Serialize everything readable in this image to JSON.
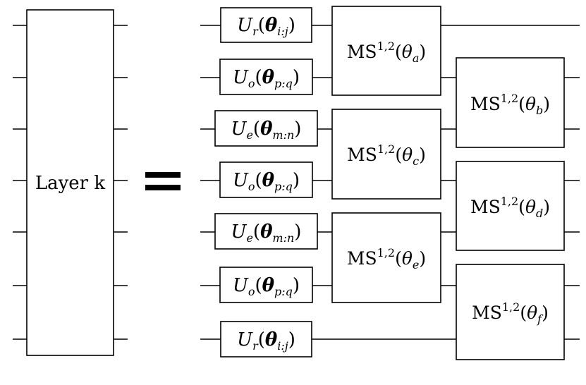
{
  "layer_label": "Layer k",
  "equals_symbol": "=",
  "single_gates": [
    {
      "op": "U",
      "sub": "r",
      "arg": "θ",
      "idx": "i:j"
    },
    {
      "op": "U",
      "sub": "o",
      "arg": "θ",
      "idx": "p:q"
    },
    {
      "op": "U",
      "sub": "e",
      "arg": "θ",
      "idx": "m:n"
    },
    {
      "op": "U",
      "sub": "o",
      "arg": "θ",
      "idx": "p:q"
    },
    {
      "op": "U",
      "sub": "e",
      "arg": "θ",
      "idx": "m:n"
    },
    {
      "op": "U",
      "sub": "o",
      "arg": "θ",
      "idx": "p:q"
    },
    {
      "op": "U",
      "sub": "r",
      "arg": "θ",
      "idx": "i:j"
    }
  ],
  "ms_gates": [
    {
      "name": "MS",
      "sup": "1,2",
      "arg": "θ",
      "sub": "a"
    },
    {
      "name": "MS",
      "sup": "1,2",
      "arg": "θ",
      "sub": "b"
    },
    {
      "name": "MS",
      "sup": "1,2",
      "arg": "θ",
      "sub": "c"
    },
    {
      "name": "MS",
      "sup": "1,2",
      "arg": "θ",
      "sub": "d"
    },
    {
      "name": "MS",
      "sup": "1,2",
      "arg": "θ",
      "sub": "e"
    },
    {
      "name": "MS",
      "sup": "1,2",
      "arg": "θ",
      "sub": "f"
    }
  ]
}
